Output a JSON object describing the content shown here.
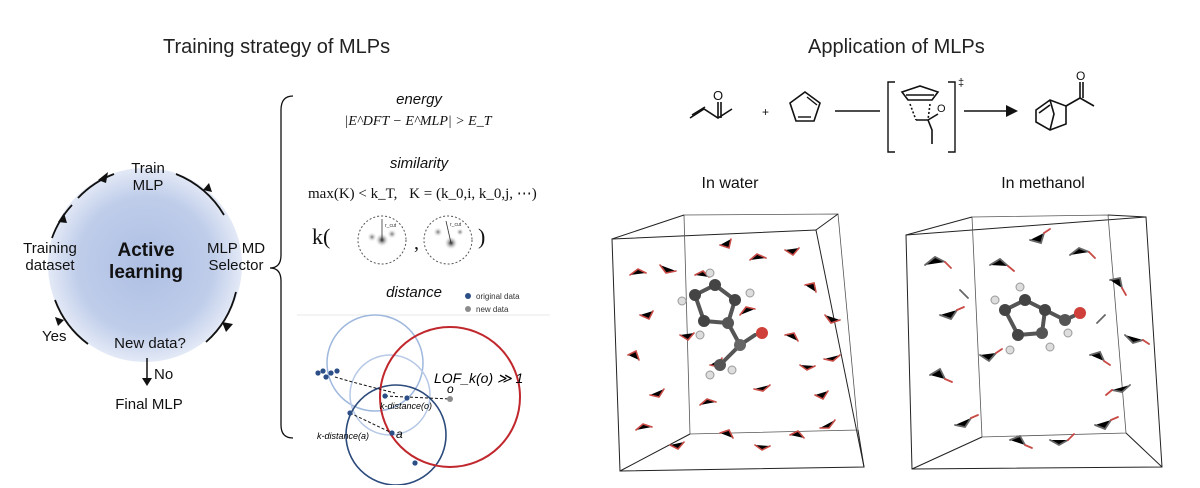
{
  "left": {
    "title": "Training strategy of MLPs",
    "cycle": {
      "center_line1": "Active",
      "center_line2": "learning",
      "train_line1": "Train",
      "train_line2": "MLP",
      "mlpmd_line1": "MLP MD",
      "mlpmd_line2": "Selector",
      "dataset_line1": "Training",
      "dataset_line2": "dataset",
      "newdata": "New data?",
      "yes": "Yes",
      "no": "No",
      "final": "Final MLP"
    },
    "criteria": {
      "energy_title": "energy",
      "energy_eq": "|E^DFT − E^MLP| > E_T",
      "similarity_title": "similarity",
      "similarity_eq1": "max(K) < k_T,",
      "similarity_eq2": "K = (k_0,i, k_0,j, ⋯)",
      "kernel_k": "k(",
      "kernel_comma": ",",
      "kernel_close": ")",
      "rcut": "r_cut",
      "distance_title": "distance",
      "legend_original": "original data",
      "legend_new": "new data",
      "lof": "LOF_k(o) ≫ 1",
      "o_label": "o",
      "a_label": "a",
      "kdist_o": "k-distance(o)",
      "kdist_a": "k-distance(a)"
    }
  },
  "right": {
    "title": "Application of MLPs",
    "water": "In water",
    "methanol": "In methanol",
    "plus": "+",
    "ts_mark": "‡"
  },
  "colors": {
    "cycle_fill": "#b9c8e6",
    "original_data": "#2b4f86",
    "new_data": "#8c8c8c",
    "lof_circle": "#c0282d",
    "circle_light": "#9fb8dd",
    "circle_dark": "#2c4b7c",
    "oxygen": "#d0403a"
  }
}
